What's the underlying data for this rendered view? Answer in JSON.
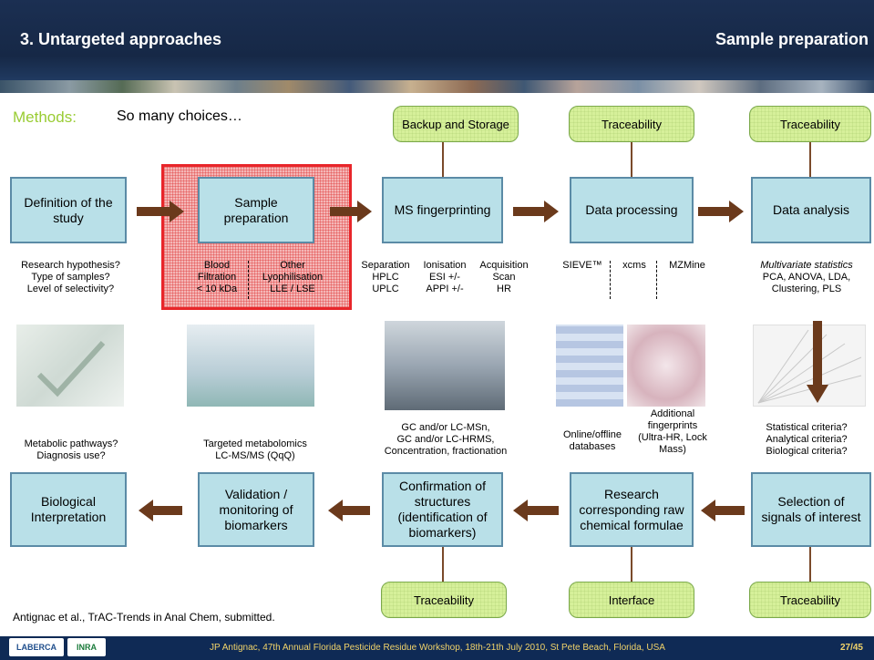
{
  "header": {
    "title": "3. Untargeted approaches",
    "section": "Sample preparation"
  },
  "methods": {
    "label": "Methods:",
    "subtitle": "So many choices…"
  },
  "top_green": [
    "Backup and Storage",
    "Traceability",
    "Traceability"
  ],
  "row1": {
    "definition": [
      "Definition of the",
      "study"
    ],
    "sample": [
      "Sample",
      "preparation"
    ],
    "ms": "MS fingerprinting",
    "processing": "Data processing",
    "analysis": "Data analysis"
  },
  "notes1": {
    "definition": [
      "Research hypothesis?",
      "Type of samples?",
      "Level of selectivity?"
    ],
    "sample_left": [
      "Blood",
      "Filtration",
      "< 10 kDa"
    ],
    "sample_right": [
      "Other",
      "Lyophilisation",
      "LLE / LSE"
    ],
    "ms_sep": [
      "Separation",
      "HPLC",
      "UPLC"
    ],
    "ms_ion": [
      "Ionisation",
      "ESI +/-",
      "APPI +/-"
    ],
    "ms_acq": [
      "Acquisition",
      "Scan",
      "HR"
    ],
    "sieve": "SIEVE™",
    "xcms": "xcms",
    "mzmine": "MZMine",
    "analysis": [
      "Multivariate statistics",
      "PCA, ANOVA, LDA,",
      "Clustering, PLS"
    ]
  },
  "notes2": {
    "bio": [
      "Metabolic pathways?",
      "Diagnosis use?"
    ],
    "targeted": [
      "Targeted metabolomics",
      "LC-MS/MS (QqQ)"
    ],
    "gc": [
      "GC and/or LC-MSn,",
      "GC and/or LC-HRMS,",
      "Concentration, fractionation"
    ],
    "online": [
      "Online/offline",
      "databases"
    ],
    "additional": [
      "Additional",
      "fingerprints",
      "(Ultra-HR, Lock",
      "Mass)"
    ],
    "criteria": [
      "Statistical criteria?",
      "Analytical criteria?",
      "Biological criteria?"
    ]
  },
  "row2": {
    "bio": [
      "Biological",
      "Interpretation"
    ],
    "validation": [
      "Validation /",
      "monitoring of",
      "biomarkers"
    ],
    "confirmation": [
      "Confirmation of",
      "structures",
      "(identification of",
      "biomarkers)"
    ],
    "research": [
      "Research",
      "corresponding raw",
      "chemical formulae"
    ],
    "selection": [
      "Selection of",
      "signals of interest"
    ]
  },
  "bottom_green": [
    "Traceability",
    "Interface",
    "Traceability"
  ],
  "citation": "Antignac et al., TrAC-Trends in Anal Chem, submitted.",
  "footer": {
    "credit": "JP Antignac, 47th Annual Florida Pesticide Residue Workshop, 18th-21th July 2010, St Pete Beach, Florida, USA",
    "page": "27/45",
    "logo1": "LABERCA",
    "logo2": "INRA"
  },
  "colors": {
    "box": "#b9e0e8",
    "green": "#d6f09a",
    "arrow": "#6b3a1c",
    "highlight": "#e8252a"
  }
}
